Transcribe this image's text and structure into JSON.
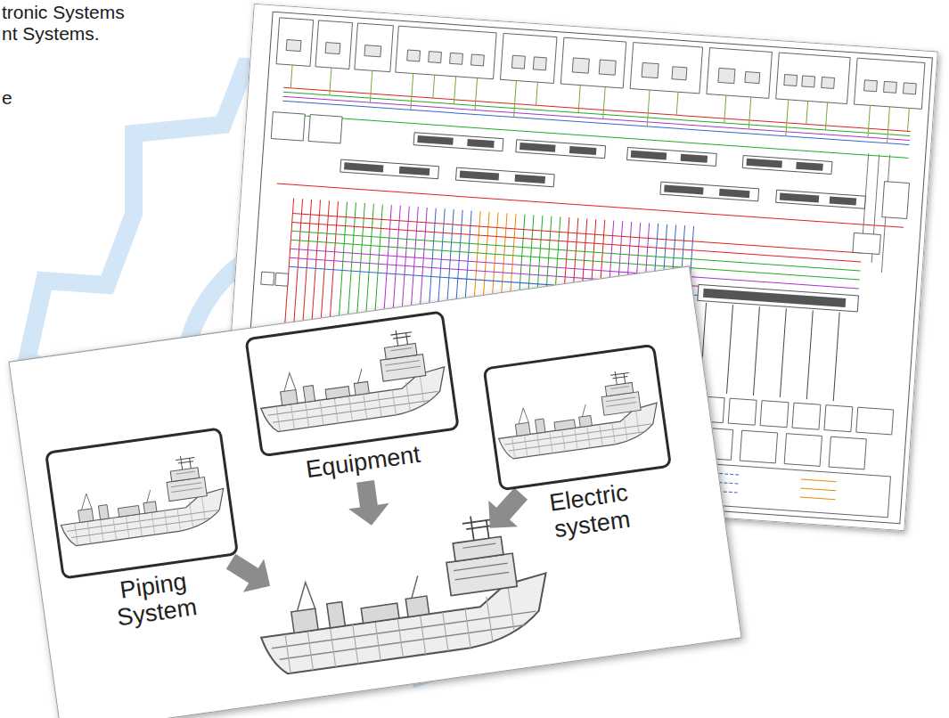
{
  "diagram": {
    "nodes": [
      {
        "text": [
          "Piping System"
        ]
      },
      {
        "text": [
          "Equipment"
        ]
      },
      {
        "text": [
          "Electric system"
        ]
      }
    ],
    "labels": [
      "tronic Systems",
      "nt Systems.",
      "e"
    ]
  }
}
